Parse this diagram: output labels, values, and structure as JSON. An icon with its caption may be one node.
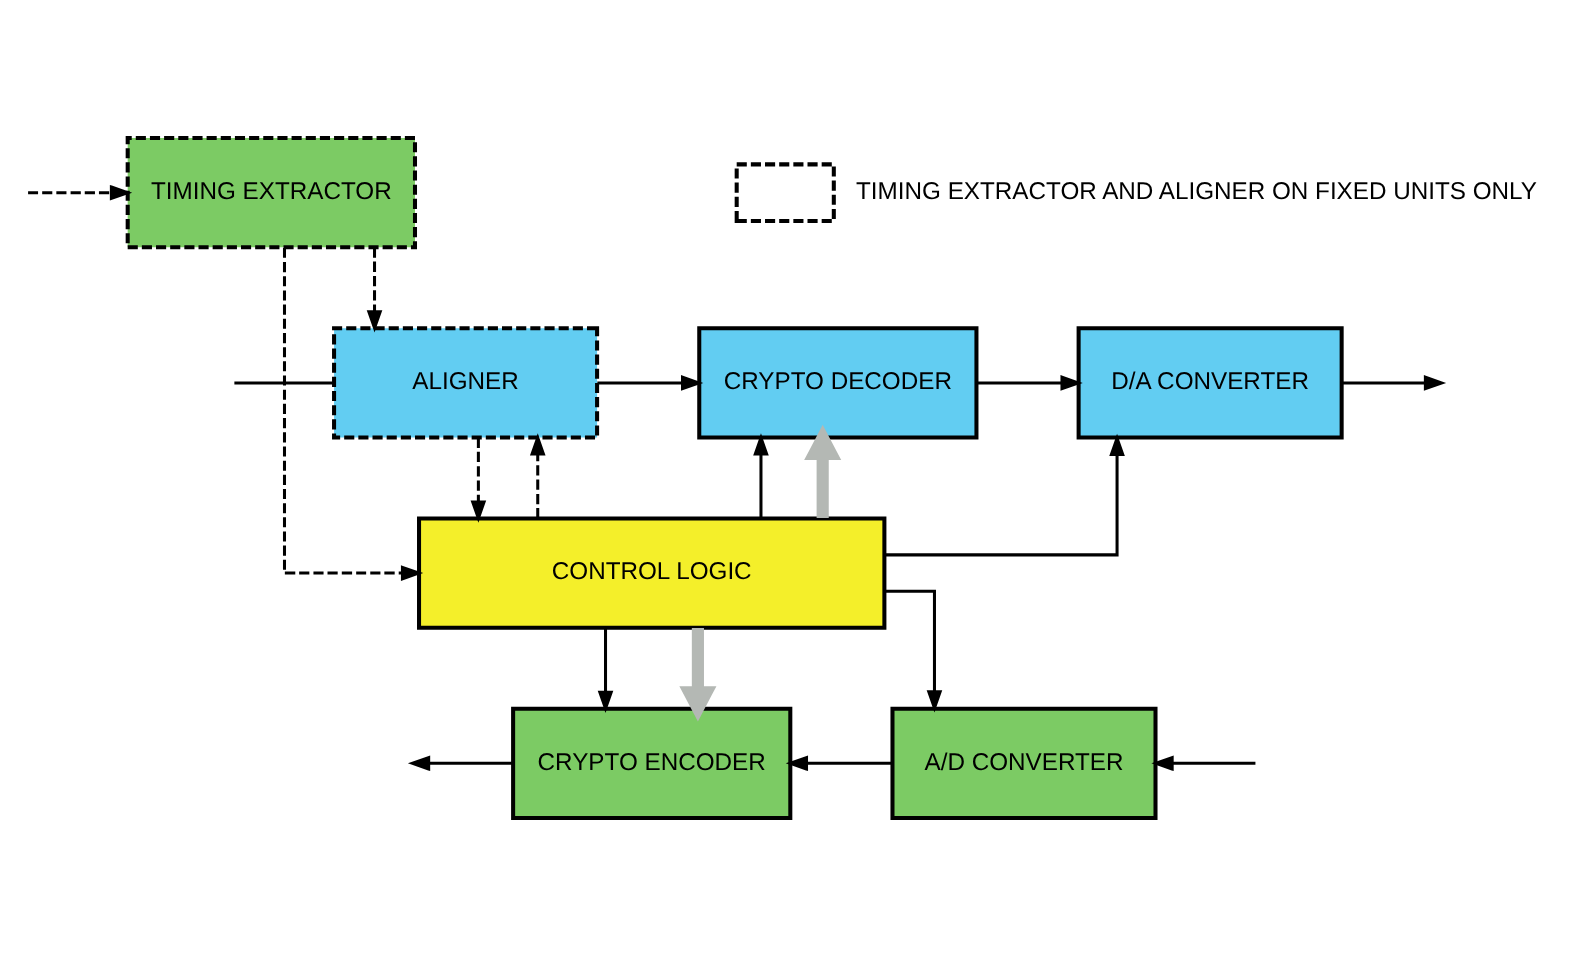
{
  "diagram": {
    "nodes": [
      {
        "text": [
          "TIMING EXTRACTOR"
        ]
      },
      {
        "text": [
          "ALIGNER"
        ]
      },
      {
        "text": [
          "CRYPTO DECODER"
        ]
      },
      {
        "text": [
          "D/A CONVERTER"
        ]
      },
      {
        "text": [
          "CONTROL LOGIC"
        ]
      },
      {
        "text": [
          "CRYPTO ENCODER"
        ]
      },
      {
        "text": [
          "A/D CONVERTER"
        ]
      }
    ],
    "edges": [
      {
        "from": null,
        "to": 1,
        "arrow": "none"
      },
      {
        "from": null,
        "to": 0,
        "arrow": "to",
        "style": "dashed"
      },
      {
        "from": 0,
        "to": 1,
        "arrow": "to",
        "style": "dashed"
      },
      {
        "from": 0,
        "to": 4,
        "arrow": "to",
        "style": "dashed"
      },
      {
        "from": 4,
        "to": 1,
        "arrow": "to",
        "style": "dashed"
      },
      {
        "from": 1,
        "to": 4,
        "arrow": "to",
        "style": "dashed"
      },
      {
        "from": 1,
        "to": 2,
        "arrow": "to"
      },
      {
        "from": 2,
        "to": 3,
        "arrow": "to"
      },
      {
        "from": 3,
        "to": null,
        "arrow": "to"
      },
      {
        "from": 4,
        "to": 2,
        "arrow": "to"
      },
      {
        "from": 4,
        "to": 2,
        "arrow": "to",
        "style": "thick",
        "color": "#b4b8b4"
      },
      {
        "from": 4,
        "to": 3,
        "arrow": "to"
      },
      {
        "from": 4,
        "to": 5,
        "arrow": "to"
      },
      {
        "from": 4,
        "to": 5,
        "arrow": "to",
        "style": "thick",
        "color": "#b4b8b4"
      },
      {
        "from": 4,
        "to": 6,
        "arrow": "to"
      },
      {
        "from": null,
        "to": 6,
        "arrow": "to"
      },
      {
        "from": 6,
        "to": 5,
        "arrow": "to"
      },
      {
        "from": 5,
        "to": null,
        "arrow": "to"
      }
    ],
    "legend": [
      {
        "text": "TIMING EXTRACTOR AND ALIGNER ON FIXED UNITS ONLY"
      }
    ]
  }
}
